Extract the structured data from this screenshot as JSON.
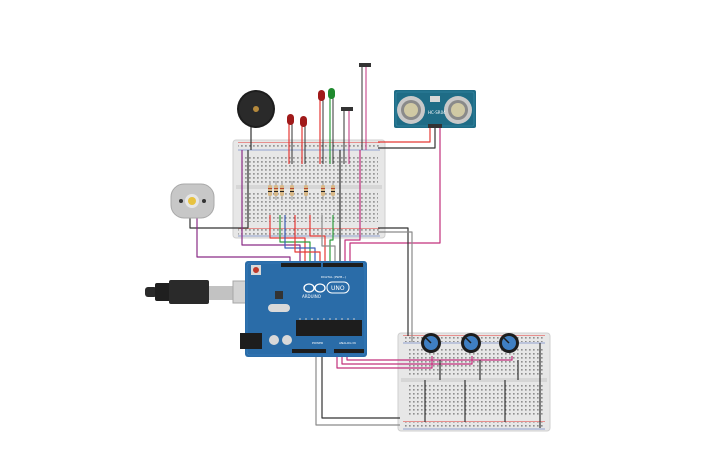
{
  "arduino": {
    "logo_text": "ARDUINO",
    "model": "UNO",
    "digital_label": "DIGITAL (PWM~)",
    "power_label": "POWER",
    "analog_label": "ANALOG IN"
  },
  "ultrasonic": {
    "model_label": "HC-SR04"
  },
  "colors": {
    "wire_red": "#e53935",
    "wire_black": "#333333",
    "wire_green": "#2e9e3e",
    "wire_magenta": "#c2307c",
    "wire_purple": "#8a2c86",
    "wire_gray": "#8a8a8a",
    "board_blue": "#2a6ca8",
    "sensor_teal": "#1f6c86",
    "breadboard": "#e8e8e8"
  }
}
